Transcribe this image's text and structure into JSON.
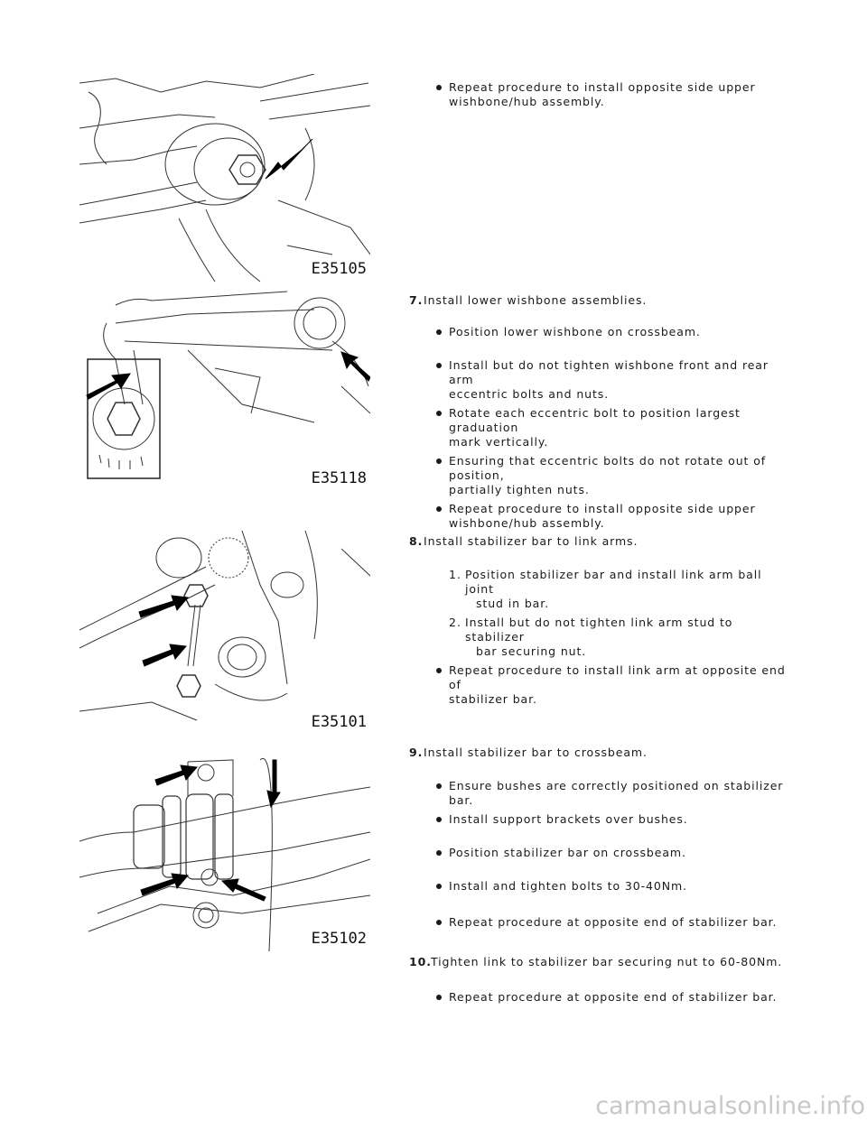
{
  "figures": [
    {
      "caption": "E35105",
      "arrow_icon": "arrow-icon"
    },
    {
      "caption": "E35118",
      "arrow_icon": "arrow-icon"
    },
    {
      "caption": "E35101",
      "arrow_icon": "arrow-icon"
    },
    {
      "caption": "E35102",
      "arrow_icon": "arrow-icon"
    }
  ],
  "intro": {
    "bullet_1": [
      "Repeat procedure to install opposite side upper",
      "wishbone/hub assembly."
    ]
  },
  "step7": {
    "number": "7.",
    "title": "Install lower wishbone assemblies.",
    "bullets": [
      [
        "Position lower wishbone on crossbeam."
      ],
      [
        "Install but do not tighten wishbone front and rear arm",
        "eccentric bolts and nuts."
      ],
      [
        "Rotate each eccentric bolt to position largest graduation",
        "mark vertically."
      ],
      [
        "Ensuring that eccentric bolts do not rotate out of position,",
        "partially tighten nuts."
      ],
      [
        "Repeat procedure to install opposite side upper",
        "wishbone/hub assembly."
      ]
    ]
  },
  "step8": {
    "number": "8.",
    "title": "Install stabilizer bar to link arms.",
    "substeps": [
      {
        "n": "1.",
        "lines": [
          "Position stabilizer bar and install link arm ball joint",
          "stud in bar."
        ]
      },
      {
        "n": "2.",
        "lines": [
          "Install but do not tighten link arm stud to stabilizer",
          "bar securing nut."
        ]
      }
    ],
    "bullets": [
      [
        "Repeat procedure to install link arm at opposite end of",
        "stabilizer bar."
      ]
    ]
  },
  "step9": {
    "number": "9.",
    "title": "Install stabilizer bar to crossbeam.",
    "bullets": [
      [
        "Ensure bushes are correctly positioned on stabilizer bar."
      ],
      [
        "Install support brackets over bushes."
      ],
      [
        "Position stabilizer bar on crossbeam."
      ],
      [
        "Install and tighten bolts to 30-40Nm."
      ],
      [
        "Repeat procedure at opposite end of stabilizer bar."
      ]
    ]
  },
  "step10": {
    "number": "10.",
    "title": "Tighten link to stabilizer bar securing nut to 60-80Nm.",
    "bullets": [
      [
        "Repeat procedure at opposite end of stabilizer bar."
      ]
    ]
  },
  "watermark": "carmanualsonline.info"
}
